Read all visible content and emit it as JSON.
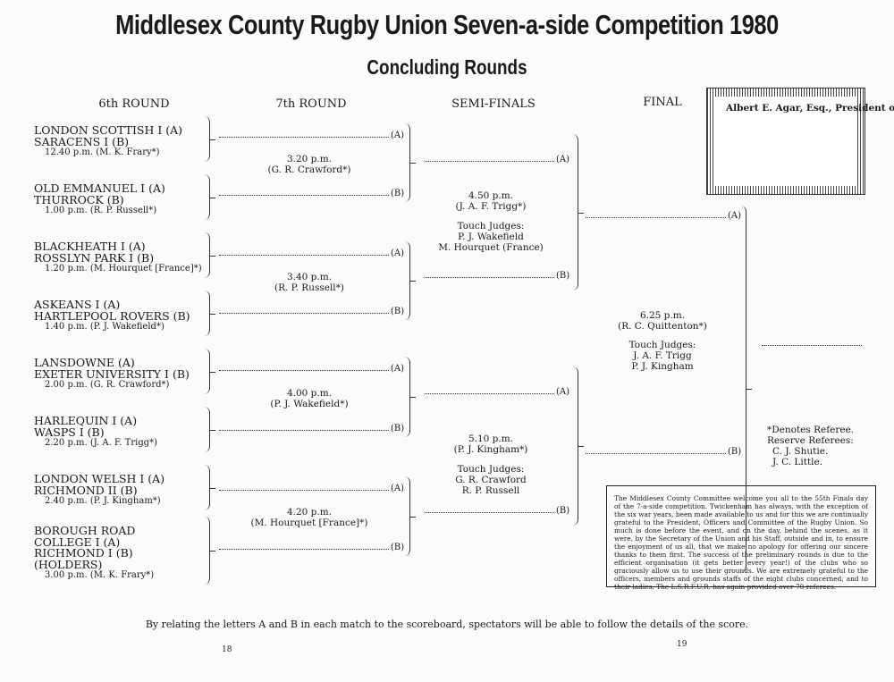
{
  "title": "Middlesex County Rugby Union Seven-a-side Competition 1980",
  "subtitle": "Concluding Rounds",
  "headers": {
    "r6": "6th ROUND",
    "r7": "7th ROUND",
    "semi": "SEMI-FINALS",
    "final": "FINAL"
  },
  "sixth_round": [
    {
      "teams": [
        "LONDON SCOTTISH I (A)",
        "SARACENS I (B)"
      ],
      "time": "12.40 p.m. (M. K. Frary*)"
    },
    {
      "teams": [
        "OLD EMMANUEL I (A)",
        "THURROCK (B)"
      ],
      "time": "1.00 p.m. (R. P. Russell*)"
    },
    {
      "teams": [
        "BLACKHEATH I (A)",
        "ROSSLYN PARK I (B)"
      ],
      "time": "1.20 p.m. (M. Hourquet [France]*)"
    },
    {
      "teams": [
        "ASKEANS I (A)",
        "HARTLEPOOL ROVERS (B)"
      ],
      "time": "1.40 p.m. (P. J. Wakefield*)"
    },
    {
      "teams": [
        "LANSDOWNE (A)",
        "EXETER UNIVERSITY I (B)"
      ],
      "time": "2.00 p.m. (G. R. Crawford*)"
    },
    {
      "teams": [
        "HARLEQUIN I (A)",
        "WASPS I (B)"
      ],
      "time": "2.20 p.m. (J. A. F. Trigg*)"
    },
    {
      "teams": [
        "LONDON WELSH I (A)",
        "RICHMOND II (B)"
      ],
      "time": "2.40 p.m. (P. J. Kingham*)"
    },
    {
      "teams": [
        "BOROUGH ROAD",
        "COLLEGE I (A)",
        "RICHMOND I (B)",
        "(HOLDERS)"
      ],
      "time": "3.00 p.m. (M. K. Frary*)"
    }
  ],
  "seventh_round": [
    {
      "time": "3.20 p.m.",
      "referee": "(G. R. Crawford*)"
    },
    {
      "time": "3.40 p.m.",
      "referee": "(R. P. Russell*)"
    },
    {
      "time": "4.00 p.m.",
      "referee": "(P. J. Wakefield*)"
    },
    {
      "time": "4.20 p.m.",
      "referee": "(M. Hourquet [France]*)"
    }
  ],
  "semi_finals": [
    {
      "time": "4.50 p.m.",
      "referee": "(J. A. F. Trigg*)",
      "touch_label": "Touch Judges:",
      "touch": [
        "P. J. Wakefield",
        "M. Hourquet (France)"
      ]
    },
    {
      "time": "5.10 p.m.",
      "referee": "(P. J. Kingham*)",
      "touch_label": "Touch Judges:",
      "touch": [
        "G. R. Crawford",
        "R. P. Russell"
      ]
    }
  ],
  "final": {
    "time": "6.25 p.m.",
    "referee": "(R. C. Quittenton*)",
    "touch_label": "Touch Judges:",
    "touch": [
      "J. A. F. Trigg",
      "P. J. Kingham"
    ]
  },
  "labels": {
    "a": "(A)",
    "b": "(B)"
  },
  "referee_note": [
    "*Denotes Referee.",
    "Reserve Referees:",
    "C. J. Shutie.",
    "J. C. Little."
  ],
  "presentation": "Albert E. Agar, Esq., President of Middlesex County R.F.U., will present the Russell-Cargill Memorial Cup to the winning team immediately after the final.",
  "welcome": "The Middlesex County Committee welcome you all to the 55th Finals day of the 7-a-side competition. Twickenham has always, with the exception of the six war years, been made available to us and for this we are continually grateful to the President, Officers and Committee of the Rugby Union. So much is done before the event, and on the day, behind the scenes, as it were, by the Secretary of the Union and his Staff, outside and in, to ensure the enjoyment of us all, that we make no apology for offering our sincere thanks to them first. The success of the preliminary rounds is due to the efficient organisation (it gets better every year!) of the clubs who so graciously allow us to use their grounds. We are extremely grateful to the officers, members and grounds staffs of the eight clubs concerned, and to their ladies. The L.S.R.F.U.R. has again provided over 70 referees.",
  "footer": "By relating the letters A and B in each match to the scoreboard, spectators will be able to follow the details of the score.",
  "page_numbers": {
    "left": "18",
    "right": "19"
  }
}
